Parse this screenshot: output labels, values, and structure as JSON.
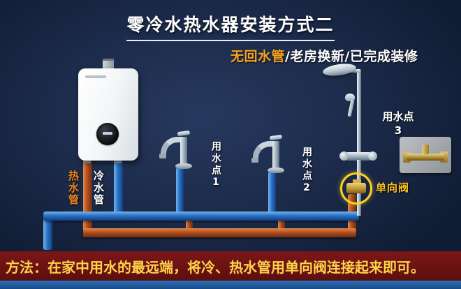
{
  "title": "零冷水热水器安装方式二",
  "subtitle": {
    "highlight": "无回水管",
    "rest": "/老房换新/已完成装修"
  },
  "labels": {
    "hot_pipe": "热水管",
    "cold_pipe": "冷水管",
    "point1": "用水点1",
    "point2": "用水点2",
    "point3": "用水点",
    "point3_num": "3",
    "valve": "单向阀"
  },
  "footer": {
    "text": "方法：在家中用水的最远端，将冷、热水管用单向阀连接起来即可。"
  },
  "colors": {
    "background": "#1b2a49",
    "highlight_orange": "#f7a31b",
    "cold_pipe_blue": "#2a72c8",
    "hot_pipe_orange": "#b34f1e",
    "valve_highlight_yellow": "#ffd21e",
    "valve_label_yellow": "#ffc41e",
    "hot_label_orange": "#f08318",
    "footer_background": "#6c1212",
    "footer_text": "#ffd24a",
    "bottom_strip_blue": "#1f5a9e"
  }
}
